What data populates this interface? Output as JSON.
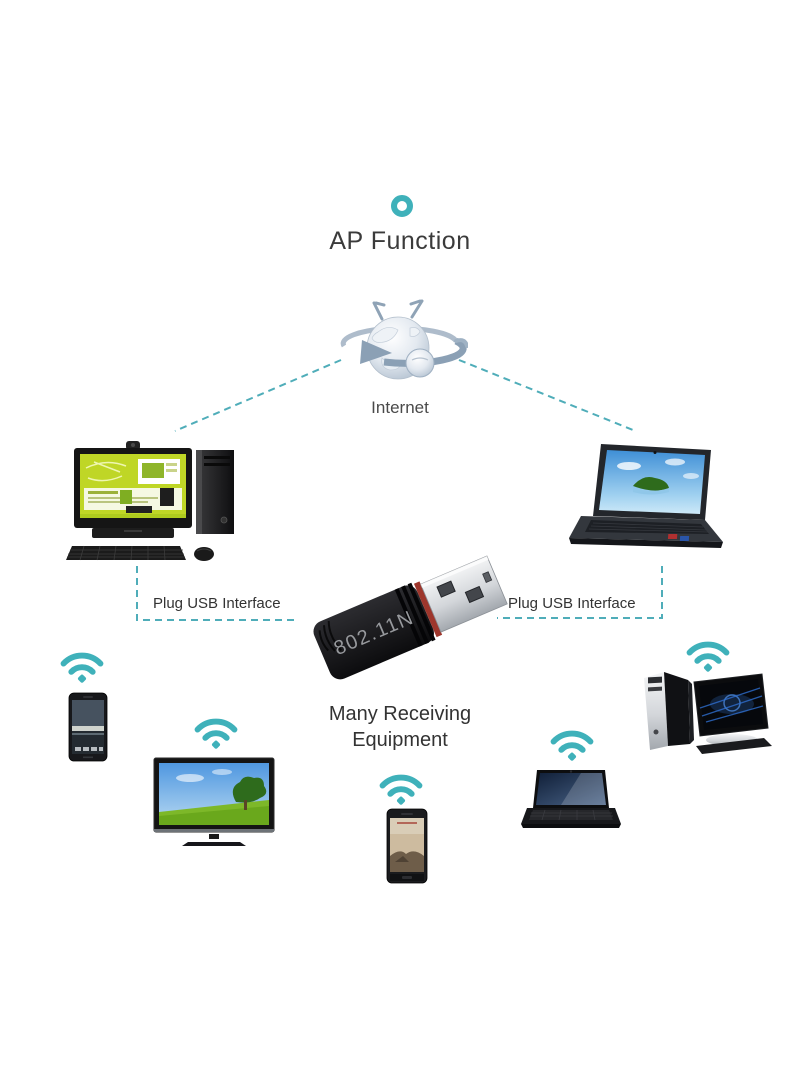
{
  "title": {
    "text": "AP Function"
  },
  "internet": {
    "label": "Internet"
  },
  "adapter": {
    "model": "802.11N"
  },
  "callouts": {
    "left": "Plug USB Interface",
    "right": "Plug USB Interface"
  },
  "caption": {
    "line1": "Many Receiving",
    "line2": "Equipment"
  },
  "colors": {
    "accent_teal": "#3FB1BA",
    "dashed_line": "#4FADB9",
    "title_text": "#3B3B3B",
    "body_text": "#333333",
    "adapter_red": "#9E362C",
    "pc_screen_green": "#BFD626"
  },
  "icons": {
    "top_marker": "ring-icon",
    "network": "internet-globe-icon",
    "signal": "wifi-icon"
  },
  "devices": [
    {
      "name": "desktop-computer-left"
    },
    {
      "name": "laptop-right"
    },
    {
      "name": "usb-wifi-adapter"
    },
    {
      "name": "smartphone-left"
    },
    {
      "name": "television"
    },
    {
      "name": "smartphone-center"
    },
    {
      "name": "laptop-bottom"
    },
    {
      "name": "desktop-computer-right"
    }
  ]
}
